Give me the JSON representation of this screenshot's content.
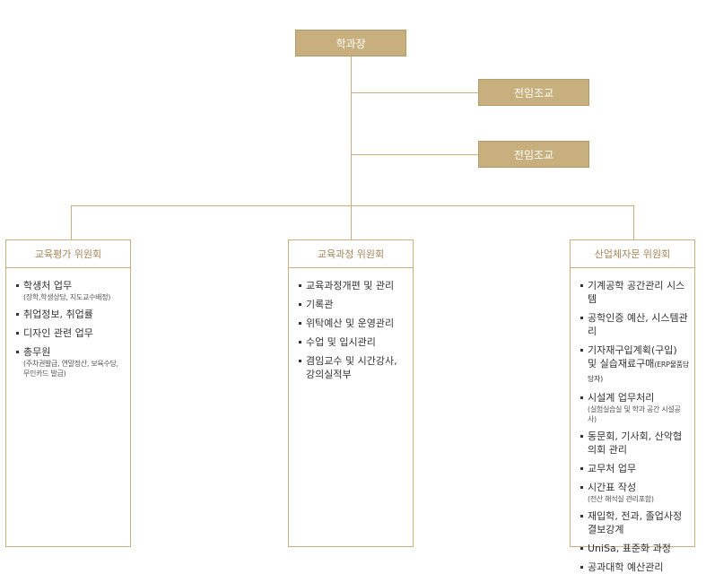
{
  "head": {
    "label": "학과장"
  },
  "assistants": [
    {
      "label": "전임조교"
    },
    {
      "label": "전임조교"
    }
  ],
  "committees": [
    {
      "title": "교육평가 위원회",
      "items": [
        {
          "text": "학생처 업무",
          "sub": "(장학,학생상담, 지도교수배정)"
        },
        {
          "text": "취업정보, 취업률"
        },
        {
          "text": "디자인 관련 업무"
        },
        {
          "text": "총무원",
          "sub": "(주차권발급, 연말정산, 보육수당, 무인카드 발급)"
        }
      ]
    },
    {
      "title": "교육과정 위원회",
      "items": [
        {
          "text": "교육과정개편 및 관리"
        },
        {
          "text": "기록관"
        },
        {
          "text": "위탁예산 및 운영관리"
        },
        {
          "text": "수업 및 입시관리"
        },
        {
          "text": "겸임교수 및 시간강사, 강의실적부"
        }
      ]
    },
    {
      "title": "산업체자문 위원회",
      "items": [
        {
          "text": "기계공학 공간관리 시스템"
        },
        {
          "text": "공학인증 예산, 시스템관리"
        },
        {
          "text": "기자재구입계획(구입) 및 실습재료구매",
          "tiny": "(ERP물품담당자)"
        },
        {
          "text": "시설계 업무처리",
          "sub": "(실험실습실 및 학과 공간 시설공사)"
        },
        {
          "text": "동문회, 기사회, 산악협의회 관리"
        },
        {
          "text": "교무처 업무"
        },
        {
          "text": "시간표 작성",
          "sub": "(전산 해석실 관리포함)"
        },
        {
          "text": "재입학, 전과, 졸업사정 결보강계"
        },
        {
          "text": "UniSa, 표준화 과정"
        },
        {
          "text": "공과대학 예산관리"
        }
      ]
    }
  ]
}
